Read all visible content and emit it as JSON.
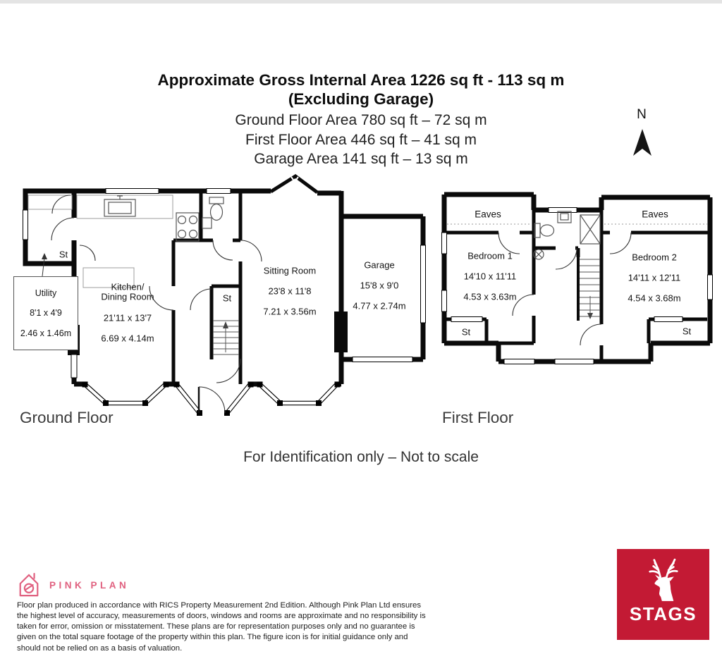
{
  "header": {
    "title": "Approximate Gross Internal Area 1226 sq ft - 113 sq m",
    "subtitle": "(Excluding Garage)",
    "area_lines": [
      "Ground Floor Area 780 sq ft – 72 sq m",
      "First Floor Area 446 sq ft – 41 sq m",
      "Garage Area 141 sq ft – 13 sq m"
    ],
    "north_label": "N"
  },
  "ground_floor": {
    "label": "Ground Floor",
    "rooms": [
      {
        "name": "Utility",
        "imperial": "8'1 x 4'9",
        "metric": "2.46 x 1.46m"
      },
      {
        "name": "Kitchen/\nDining Room",
        "imperial": "21'11 x 13'7",
        "metric": "6.69 x 4.14m"
      },
      {
        "name": "Sitting Room",
        "imperial": "23'8 x 11'8",
        "metric": "7.21 x 3.56m"
      },
      {
        "name": "Garage",
        "imperial": "15'8 x 9'0",
        "metric": "4.77 x 2.74m"
      }
    ],
    "storage_labels": [
      "St",
      "St"
    ]
  },
  "first_floor": {
    "label": "First Floor",
    "rooms": [
      {
        "name": "Bedroom 1",
        "imperial": "14'10 x 11'11",
        "metric": "4.53 x 3.63m"
      },
      {
        "name": "Bedroom 2",
        "imperial": "14'11 x 12'11",
        "metric": "4.54 x 3.68m"
      }
    ],
    "eaves_labels": [
      "Eaves",
      "Eaves"
    ],
    "storage_labels": [
      "St",
      "St"
    ]
  },
  "footer": {
    "note": "For Identification only – Not to scale"
  },
  "branding": {
    "pink_plan_name": "PINK PLAN",
    "pink_color": "#e0607f",
    "disclaimer": "Floor plan produced in accordance with RICS Property Measurement 2nd Edition. Although Pink Plan Ltd ensures the highest level of accuracy, measurements of doors, windows and rooms are approximate and no responsibility is taken for error, omission or misstatement. These plans are for representation purposes only and no guarantee is given on the total square footage of the property within this plan. The figure icon is for initial guidance only and should not be relied on as a basis of valuation.",
    "stags_name": "STAGS",
    "stags_color": "#c31a34"
  }
}
